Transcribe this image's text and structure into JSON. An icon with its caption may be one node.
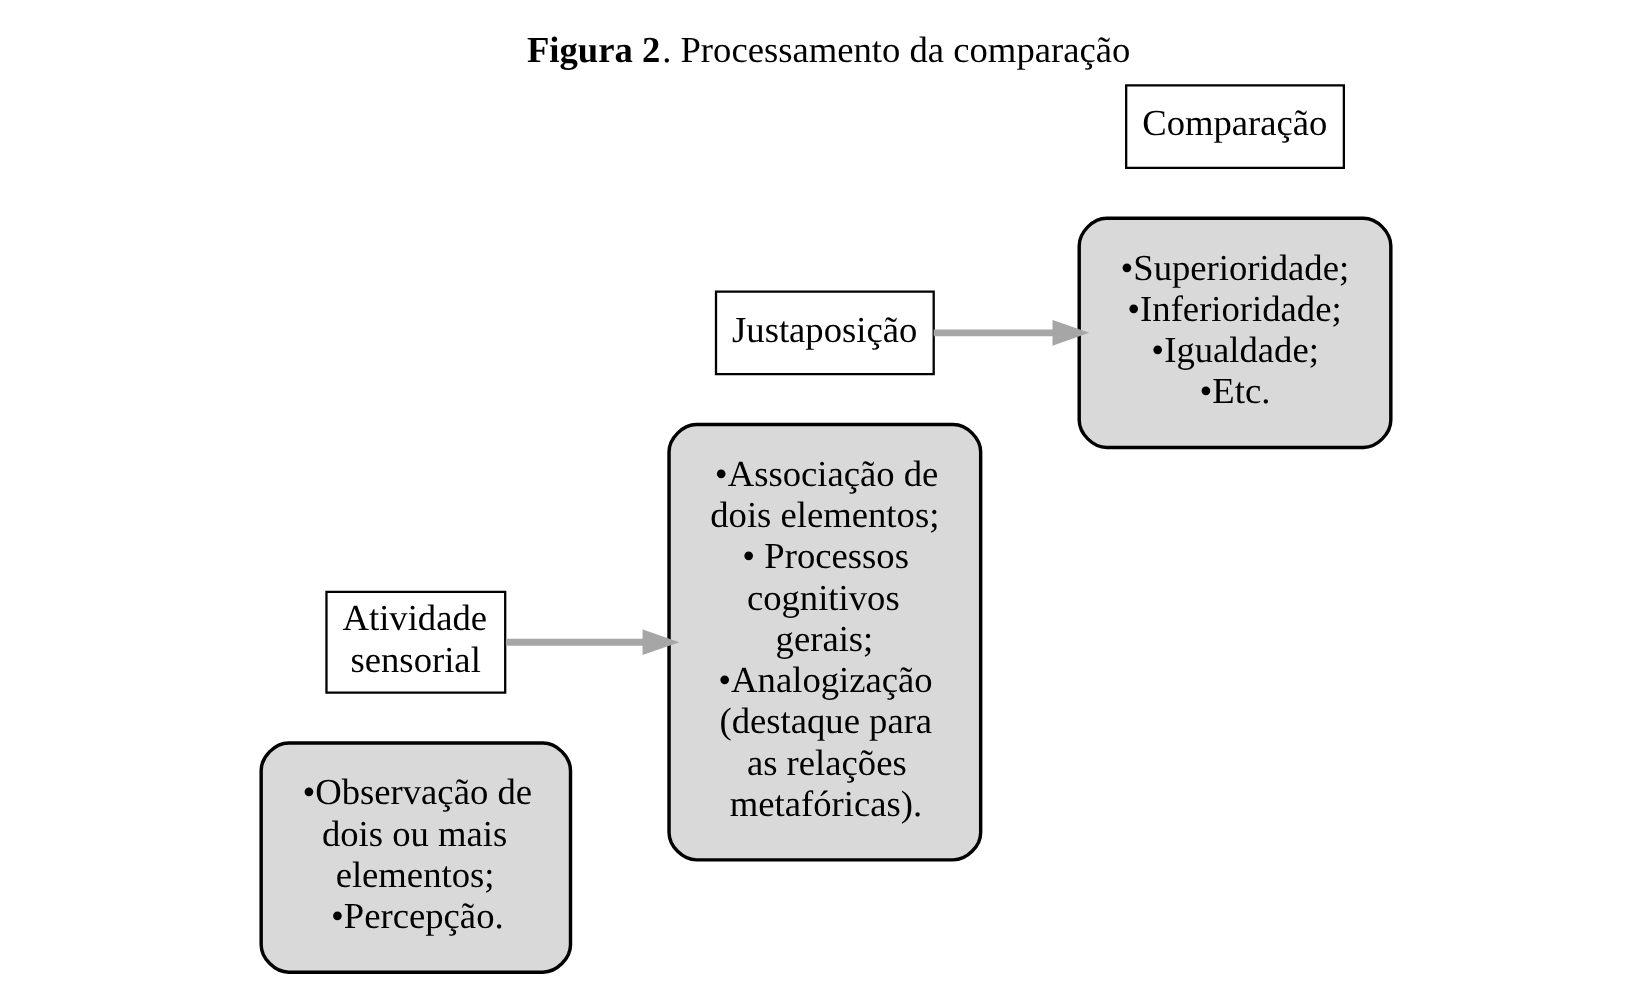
{
  "diagram": {
    "title": "**Figura 2**. Processamento da comparação",
    "nodes": [
      {
        "text": [
          "•Observação de dois ou mais elementos;",
          "•Percepção."
        ]
      },
      {
        "text": [
          "Atividade sensorial"
        ]
      },
      {
        "text": [
          "•Associação de dois elementos;",
          "• Processos cognitivos gerais;",
          "•Analogização (destaque para as relações metafóricas)."
        ]
      },
      {
        "text": [
          "Justaposição"
        ]
      },
      {
        "text": [
          "•Superioridade;",
          "•Inferioridade;",
          "•Igualdade;",
          "•Etc."
        ]
      },
      {
        "text": [
          "Comparação"
        ]
      }
    ],
    "edges": [
      {
        "from": 1,
        "to": 2,
        "arrow": "to",
        "color": "#a6a6a6"
      },
      {
        "from": 3,
        "to": 4,
        "arrow": "to",
        "color": "#a6a6a6"
      }
    ]
  }
}
